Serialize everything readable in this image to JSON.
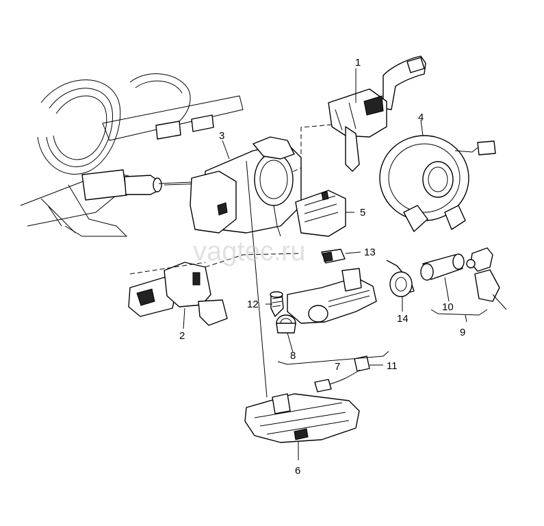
{
  "watermark": "vagtec.ru",
  "callouts": {
    "c1": "1",
    "c2": "2",
    "c3": "3",
    "c4": "4",
    "c5": "5",
    "c6": "6",
    "c7": "7",
    "c8": "8",
    "c9": "9",
    "c10": "10",
    "c11": "11",
    "c12": "12",
    "c13": "13",
    "c14": "14"
  }
}
